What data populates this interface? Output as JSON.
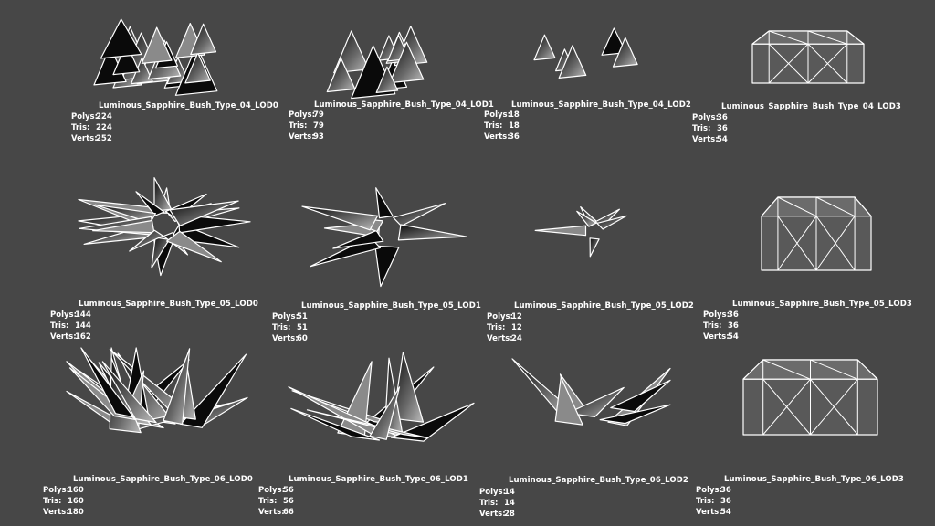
{
  "stat_labels": {
    "polys": "Polys:",
    "tris": "Tris:",
    "verts": "Verts:"
  },
  "colors": {
    "background": "#474747",
    "wire": "#ffffff",
    "face_dark": "#0a0a0a",
    "face_light": "#bdbdbd",
    "box_fill": "#595959"
  },
  "models": [
    {
      "name": "Luminous_Sapphire_Bush_Type_04_LOD0",
      "polys": "224",
      "tris": "224",
      "verts": "252",
      "shape": "cluster"
    },
    {
      "name": "Luminous_Sapphire_Bush_Type_04_LOD1",
      "polys": "79",
      "tris": "79",
      "verts": "93",
      "shape": "cluster"
    },
    {
      "name": "Luminous_Sapphire_Bush_Type_04_LOD2",
      "polys": "18",
      "tris": "18",
      "verts": "36",
      "shape": "cluster"
    },
    {
      "name": "Luminous_Sapphire_Bush_Type_04_LOD3",
      "polys": "36",
      "tris": "36",
      "verts": "54",
      "shape": "box"
    },
    {
      "name": "Luminous_Sapphire_Bush_Type_05_LOD0",
      "polys": "144",
      "tris": "144",
      "verts": "162",
      "shape": "star"
    },
    {
      "name": "Luminous_Sapphire_Bush_Type_05_LOD1",
      "polys": "51",
      "tris": "51",
      "verts": "60",
      "shape": "star"
    },
    {
      "name": "Luminous_Sapphire_Bush_Type_05_LOD2",
      "polys": "12",
      "tris": "12",
      "verts": "24",
      "shape": "star"
    },
    {
      "name": "Luminous_Sapphire_Bush_Type_05_LOD3",
      "polys": "36",
      "tris": "36",
      "verts": "54",
      "shape": "box"
    },
    {
      "name": "Luminous_Sapphire_Bush_Type_06_LOD0",
      "polys": "160",
      "tris": "160",
      "verts": "180",
      "shape": "spray"
    },
    {
      "name": "Luminous_Sapphire_Bush_Type_06_LOD1",
      "polys": "56",
      "tris": "56",
      "verts": "66",
      "shape": "spray"
    },
    {
      "name": "Luminous_Sapphire_Bush_Type_06_LOD2",
      "polys": "14",
      "tris": "14",
      "verts": "28",
      "shape": "spray"
    },
    {
      "name": "Luminous_Sapphire_Bush_Type_06_LOD3",
      "polys": "36",
      "tris": "36",
      "verts": "54",
      "shape": "box"
    }
  ]
}
